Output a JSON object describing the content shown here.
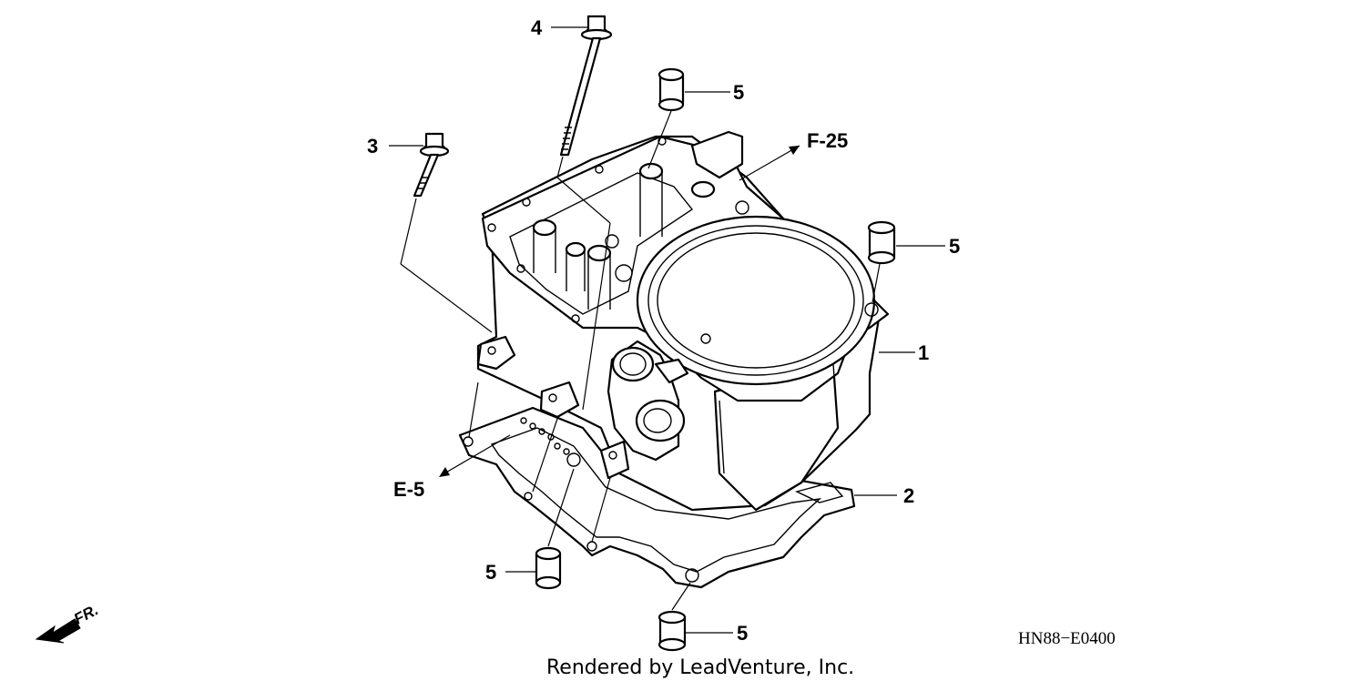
{
  "callouts": [
    {
      "id": "c4",
      "label": "4"
    },
    {
      "id": "c3",
      "label": "3"
    },
    {
      "id": "c5a",
      "label": "5"
    },
    {
      "id": "c5b",
      "label": "5"
    },
    {
      "id": "c1",
      "label": "1"
    },
    {
      "id": "c2",
      "label": "2"
    },
    {
      "id": "c5c",
      "label": "5"
    },
    {
      "id": "c5d",
      "label": "5"
    }
  ],
  "references": {
    "f25": "F-25",
    "e5": "E-5"
  },
  "direction": "FR.",
  "diagram_code": "HN88−E0400",
  "credit": "Rendered by LeadVenture, Inc."
}
